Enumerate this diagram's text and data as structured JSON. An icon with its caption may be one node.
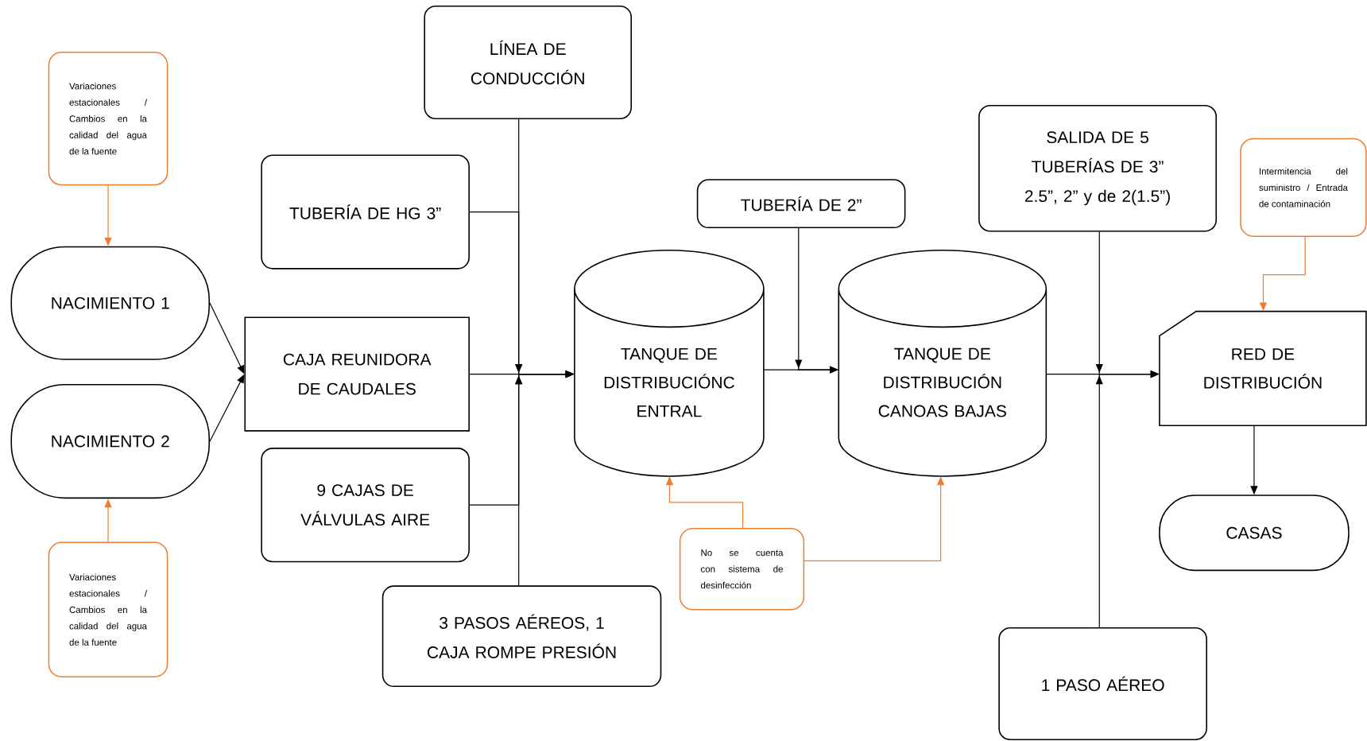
{
  "diagram": {
    "nodes": [
      {
        "text": [
          "Variaciones estacionales / Cambios en la calidad del agua de la fuente"
        ]
      },
      {
        "text": [
          "NACIMIENTO 1"
        ]
      },
      {
        "text": [
          "NACIMIENTO 2"
        ]
      },
      {
        "text": [
          "Variaciones estacionales / Cambios en la calidad del agua de la fuente"
        ]
      },
      {
        "text": [
          "LÍNEA DE CONDUCCIÓN"
        ]
      },
      {
        "text": [
          "TUBERÍA DE HG 3”"
        ]
      },
      {
        "text": [
          "CAJA REUNIDORA DE CAUDALES"
        ]
      },
      {
        "text": [
          "9 CAJAS DE VÁLVULAS AIRE"
        ]
      },
      {
        "text": [
          "3 PASOS AÉREOS, 1 CAJA ROMPE PRESIÓN"
        ]
      },
      {
        "text": [
          "TANQUE DE DISTRIBUCIÓNC ENTRAL"
        ]
      },
      {
        "text": [
          "TUBERÍA DE 2”"
        ]
      },
      {
        "text": [
          "TANQUE DE DISTRIBUCIÓN CANOAS BAJAS"
        ]
      },
      {
        "text": [
          "No se cuenta con sistema de desinfección"
        ]
      },
      {
        "text": [
          "SALIDA DE 5 TUBERÍAS DE 3” 2.5”, 2” y de 2(1.5”)"
        ]
      },
      {
        "text": [
          "Intermitencia del suministro / Entrada de contaminación"
        ]
      },
      {
        "text": [
          "RED DE DISTRIBUCIÓN"
        ]
      },
      {
        "text": [
          "CASAS"
        ]
      },
      {
        "text": [
          "1 PASO AÉREO"
        ]
      }
    ],
    "edges": [
      {
        "from": 0,
        "to": 1,
        "arrow": "to",
        "color": "#ed7d31"
      },
      {
        "from": 3,
        "to": 2,
        "arrow": "to",
        "color": "#ed7d31"
      },
      {
        "from": 1,
        "to": 6,
        "arrow": "to"
      },
      {
        "from": 2,
        "to": 6,
        "arrow": "to"
      },
      {
        "from": 6,
        "to": 9,
        "arrow": "to"
      },
      {
        "from": 4,
        "to": 9,
        "arrow": "to"
      },
      {
        "from": 5,
        "to": 9,
        "arrow": "to"
      },
      {
        "from": 7,
        "to": 9,
        "arrow": "to"
      },
      {
        "from": 8,
        "to": 9,
        "arrow": "to"
      },
      {
        "from": 9,
        "to": 11,
        "arrow": "to"
      },
      {
        "from": 10,
        "to": 11,
        "arrow": "to"
      },
      {
        "from": 12,
        "to": 9,
        "arrow": "to",
        "color": "#ed7d31"
      },
      {
        "from": 12,
        "to": 11,
        "arrow": "to",
        "color": "#ed7d31"
      },
      {
        "from": 11,
        "to": 15,
        "arrow": "to"
      },
      {
        "from": 13,
        "to": 15,
        "arrow": "to"
      },
      {
        "from": 17,
        "to": 15,
        "arrow": "to"
      },
      {
        "from": 14,
        "to": 15,
        "arrow": "to",
        "color": "#ed7d31"
      },
      {
        "from": 15,
        "to": 16,
        "arrow": "to"
      }
    ]
  }
}
